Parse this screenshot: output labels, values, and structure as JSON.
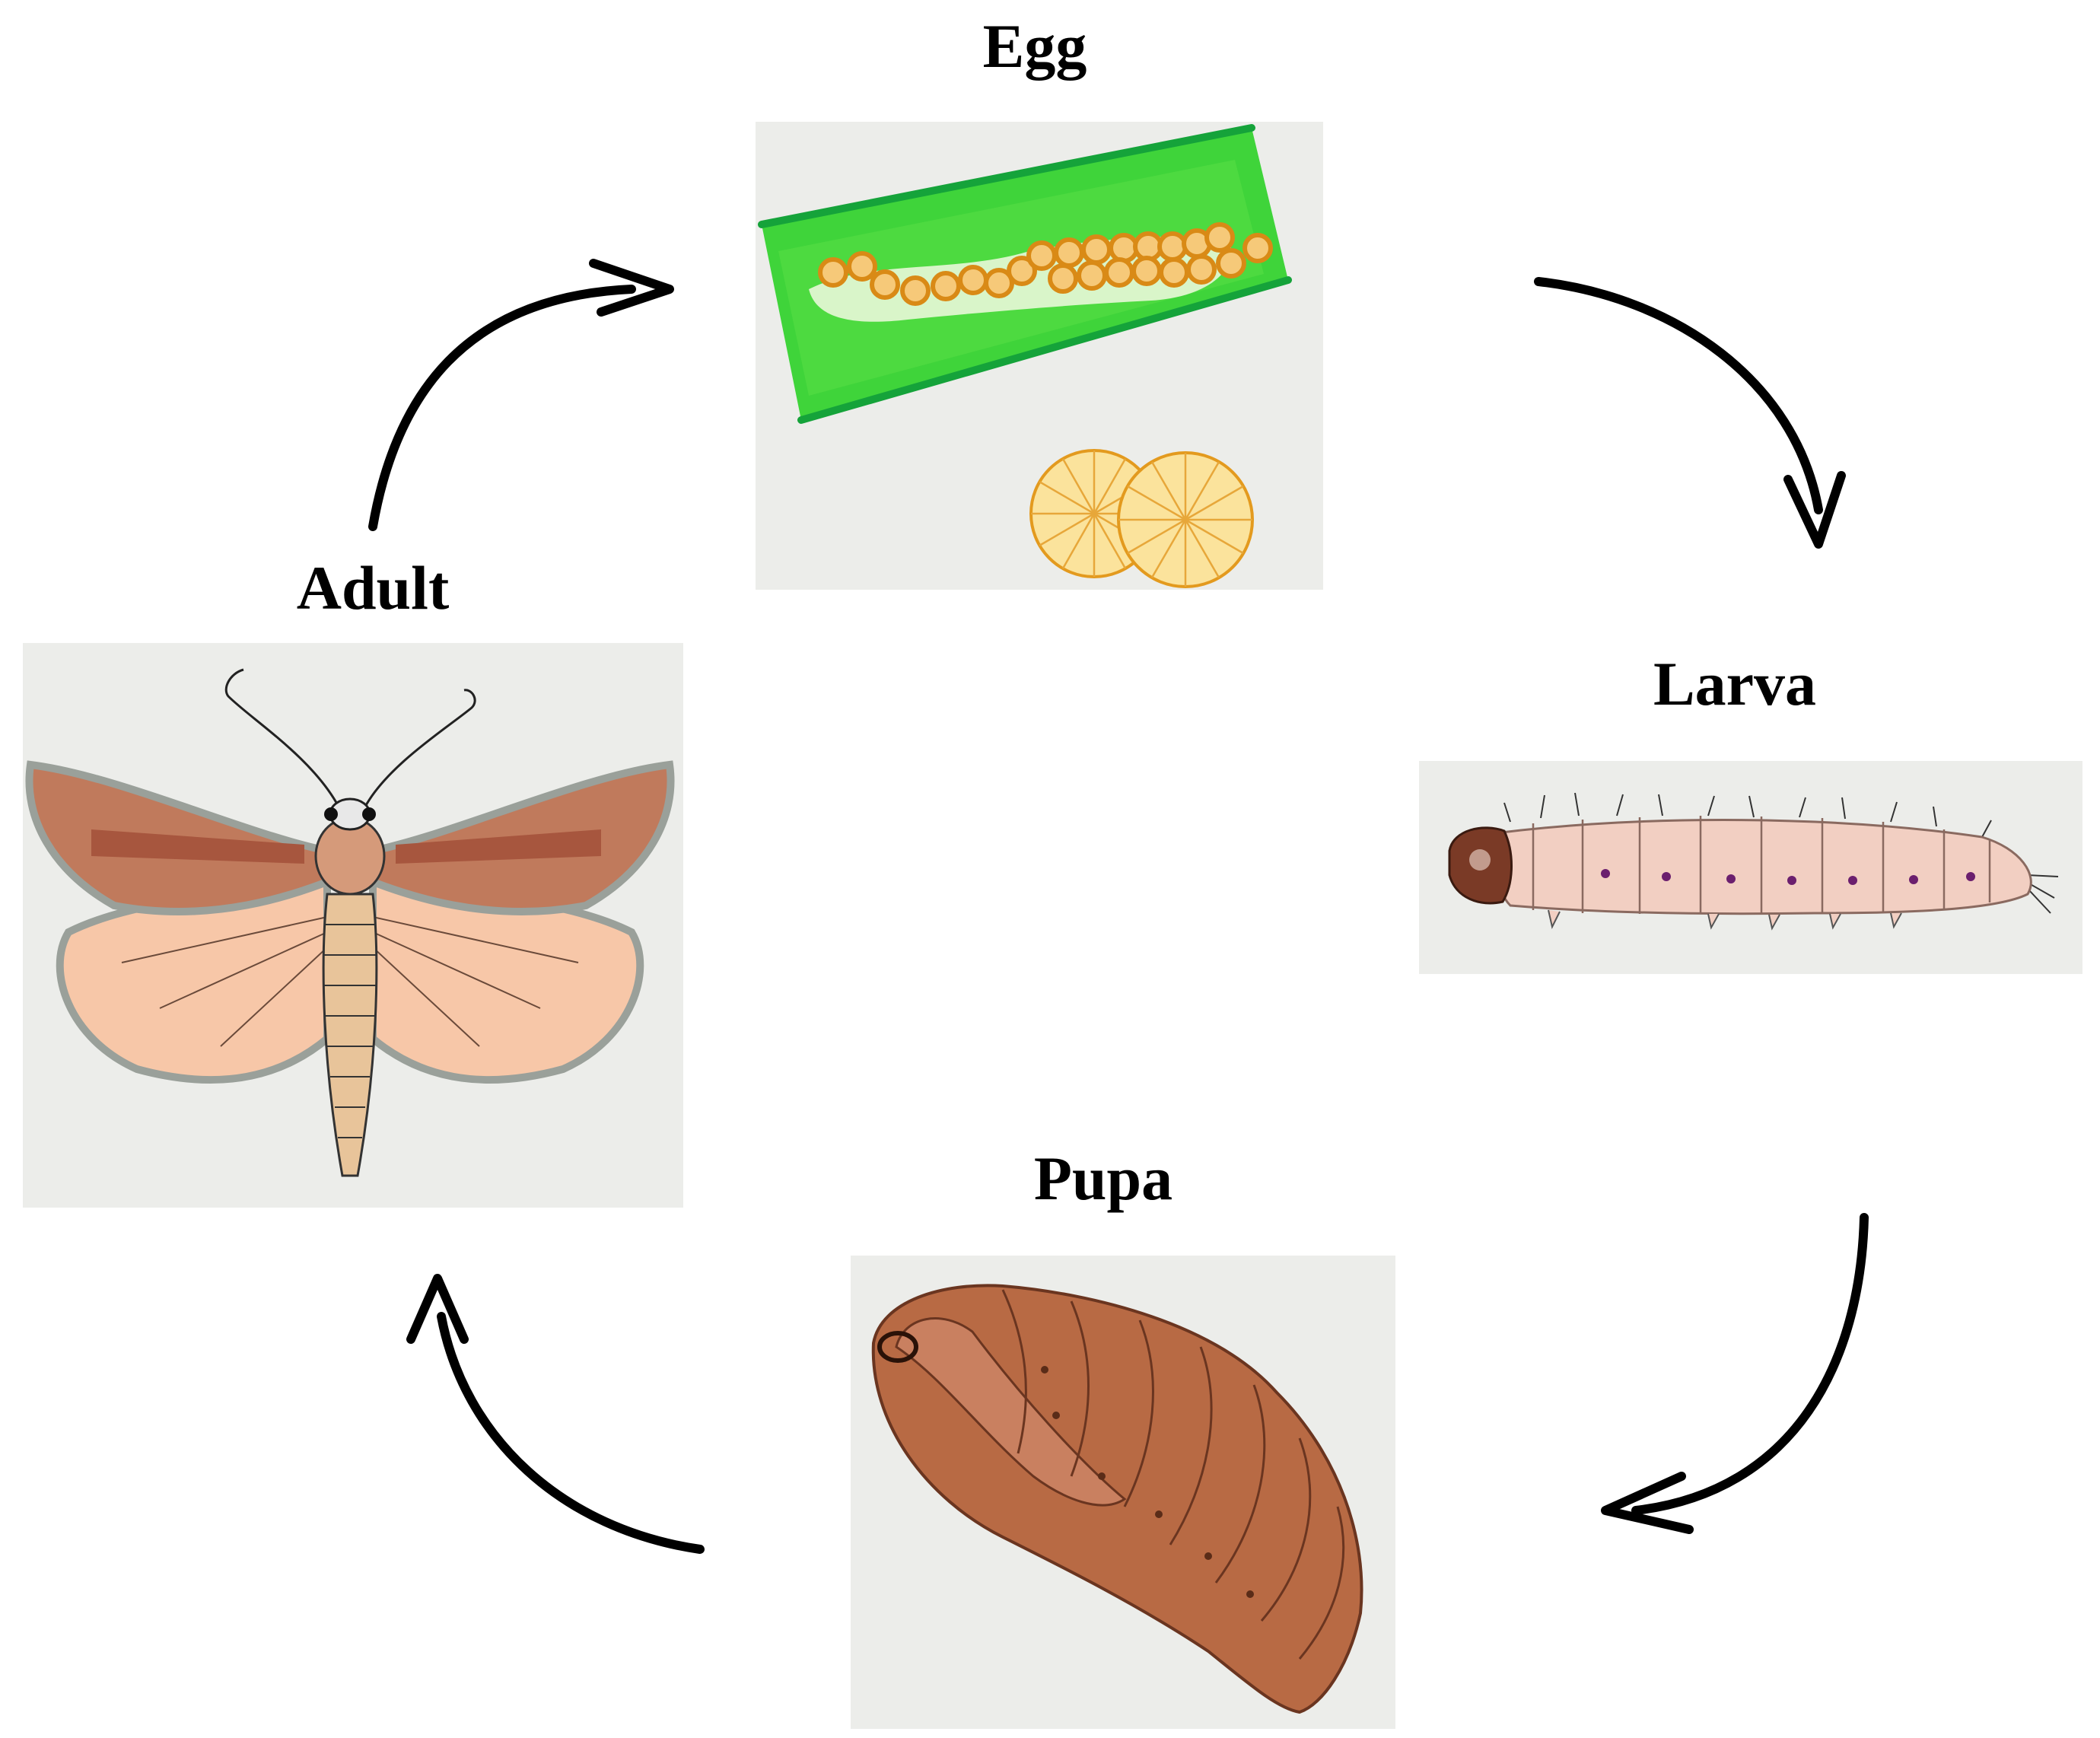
{
  "stages": {
    "egg": {
      "label": "Egg"
    },
    "larva": {
      "label": "Larva"
    },
    "pupa": {
      "label": "Pupa"
    },
    "adult": {
      "label": "Adult"
    }
  },
  "colors": {
    "background": "#ffffff",
    "panel": "#ecedea",
    "leaf_green": "#3fd43a",
    "leaf_edge": "#15a33a",
    "egg_orange": "#e39a1e",
    "egg_yellow": "#f6c043",
    "larva_body": "#f2cfc2",
    "larva_head": "#7a3a26",
    "pupa_brown": "#b86a44",
    "pupa_dark": "#8b4a2e",
    "wing_fore": "#c07a5c",
    "wing_hind": "#f7c7a8",
    "moth_body": "#e8c49a",
    "arrow": "#000000"
  },
  "cycle_order": [
    "Egg",
    "Larva",
    "Pupa",
    "Adult"
  ]
}
